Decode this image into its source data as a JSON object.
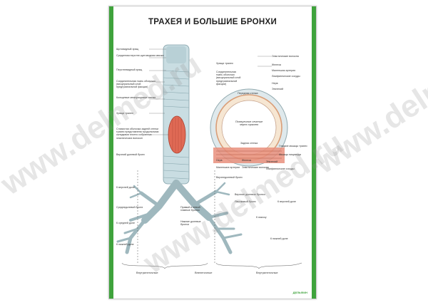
{
  "poster": {
    "title": "ТРАХЕЯ И БОЛЬШИЕ БРОНХИ",
    "brand": "ДЕЛЬФИН",
    "watermark": "www.delmed.ru"
  },
  "labels_left": [
    "Щитовидный хрящ",
    "Срединная перстне-щитовидная связка",
    "Перстневидный хрящ",
    "Соединительная ткань оболочки (висцеральный слой предтрахеальной фасции)",
    "Кольцевые межхрящевые связки",
    "Хрящи трахеи",
    "Слизистая оболочка задней стенки трахеи представлена продольными складками плотно собранных эластических волокон",
    "Верхний долевой бронх",
    "К верхней доле",
    "Среднедолевой бронх",
    "К средней доле",
    "К нижней доле",
    "Правый и левый главные бронхи",
    "Нижние долевые бронхи",
    "Внутрилегочные",
    "Внелегочные"
  ],
  "labels_right": [
    "Хрящи трахеи",
    "Соединительная ткань оболочки (висцеральный слой предтрахеальной фасции)",
    "Эластические волокна",
    "Железа",
    "Маленькая артерия",
    "Лимфатические сосуды",
    "Нерв",
    "Эпителий",
    "Передняя стенка",
    "Поперечное сечение через трахею",
    "Задняя стенка",
    "Гладкие мышцы трахеи",
    "Мышцы пищевода",
    "Нерв",
    "Маленькие артерии",
    "Железа",
    "Эластические волокна",
    "Эпителий",
    "Лимфатические сосуды",
    "Верхнедолевой бронх",
    "Верхние долевые бронхи",
    "Язычковый бронх",
    "К верхней доле",
    "К язычку",
    "К нижней доле",
    "Внутрилегочные"
  ]
}
